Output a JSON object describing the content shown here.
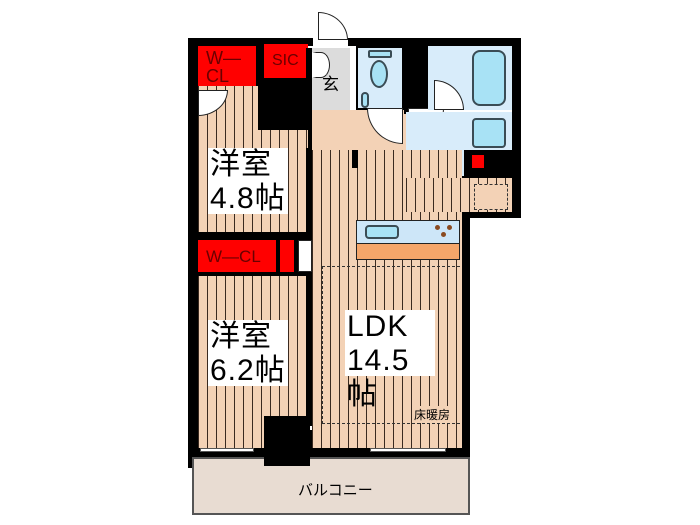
{
  "floorplan": {
    "rooms": {
      "western_room_1": {
        "name": "洋室",
        "size": "4.8帖"
      },
      "western_room_2": {
        "name": "洋室",
        "size": "6.2帖"
      },
      "ldk": {
        "name": "LDK",
        "size": "14.5帖"
      }
    },
    "storage": {
      "wcl_top": "W―\nCL",
      "wcl_top_line1": "W―",
      "wcl_top_line2": "CL",
      "sic": "SIC",
      "wcl_middle": "W―CL"
    },
    "entrance": "玄",
    "floor_heating": "床暖房",
    "balcony": "バルコニー",
    "colors": {
      "wall": "#000000",
      "floor": "#f3d2b6",
      "storage": "#ff0000",
      "wet_area": "#d8ecfa",
      "fixture": "#a8e2f5",
      "kitchen_counter": "#f5a66a",
      "entrance_tile": "#dcdcdc",
      "balcony": "#e8dcd2"
    }
  }
}
